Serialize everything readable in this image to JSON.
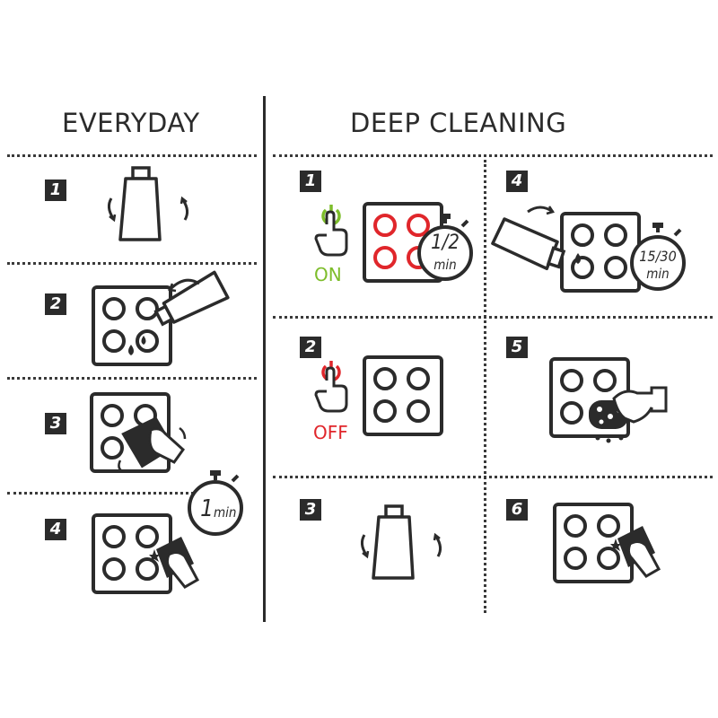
{
  "everyday": {
    "title": "EVERYDAY",
    "steps": [
      {
        "num": "1",
        "icon": "tube-shake-icon"
      },
      {
        "num": "2",
        "icon": "apply-cleaner-icon"
      },
      {
        "num": "3",
        "icon": "wipe-hob-icon",
        "timer": "1",
        "timer_unit": "min"
      },
      {
        "num": "4",
        "icon": "polish-hob-icon"
      }
    ]
  },
  "deep": {
    "title": "DEEP CLEANING",
    "steps": [
      {
        "num": "1",
        "icon": "heat-on-icon",
        "status": "ON",
        "timer": "1/2",
        "timer_unit": "min"
      },
      {
        "num": "2",
        "icon": "heat-off-icon",
        "status": "OFF"
      },
      {
        "num": "3",
        "icon": "tube-shake-icon"
      },
      {
        "num": "4",
        "icon": "apply-cleaner-icon",
        "timer": "15/30",
        "timer_unit": "min"
      },
      {
        "num": "5",
        "icon": "scrub-sponge-icon"
      },
      {
        "num": "6",
        "icon": "polish-hob-icon"
      }
    ]
  },
  "colors": {
    "ink": "#2b2b2b",
    "on": "#7dbd2b",
    "off": "#e0262b"
  }
}
